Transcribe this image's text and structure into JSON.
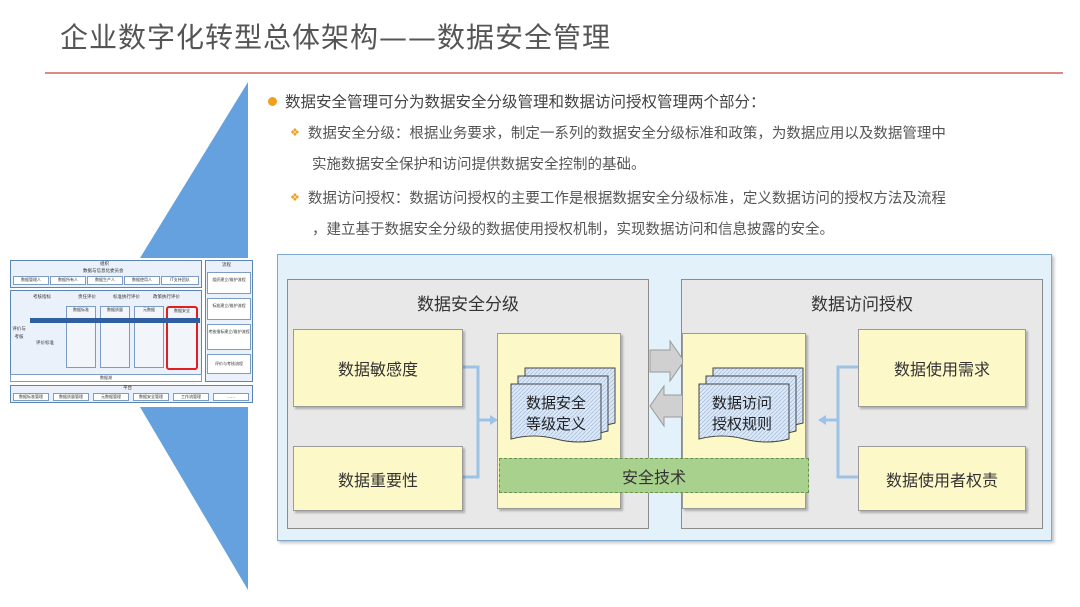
{
  "header": {
    "title": "企业数字化转型总体架构——数据安全管理"
  },
  "content": {
    "main_bullet": "数据安全管理可分为数据安全分级管理和数据访问授权管理两个部分：",
    "sub1_line1": "数据安全分级：根据业务要求，制定一系列的数据安全分级标准和政策，为数据应用以及数据管理中",
    "sub1_line2": "实施数据安全保护和访问提供数据安全控制的基础。",
    "sub2_line1": "数据访问授权：数据访问授权的主要工作是根据数据安全分级标准，定义数据访问的授权方法及流程",
    "sub2_line2": "，建立基于数据安全分级的数据使用授权机制，实现数据访问和信息披露的安全。"
  },
  "diagram": {
    "left_panel_title": "数据安全分级",
    "right_panel_title": "数据访问授权",
    "sensitivity": "数据敏感度",
    "importance": "数据重要性",
    "doc_left_line1": "数据安全",
    "doc_left_line2": "等级定义",
    "doc_right_line1": "数据访问",
    "doc_right_line2": "授权规则",
    "security_tech": "安全技术",
    "usage_demand": "数据使用需求",
    "user_rights": "数据使用者权责"
  },
  "thumbnail": {
    "org": "组织",
    "committee": "数据与信息化委员会",
    "roles": [
      "数据管理人",
      "数据所有人",
      "数据生产人",
      "数据使用人",
      "IT支持团队"
    ],
    "process": "流程",
    "assess": "考核指标",
    "resp_eval": "责任评价",
    "std_eval": "标准执行评价",
    "policy_eval": "政策执行评价",
    "eval_assess": "评价与考核",
    "eval_std": "评价标准",
    "cols": [
      "数据标准",
      "数据质量",
      "元数据",
      "数据安全"
    ],
    "side": [
      "组织建立/维护流程",
      "标准建立/维护流程",
      "考核指标建立/维护流程",
      "评价与考核流程"
    ],
    "platform": "平台",
    "platform_items": [
      "数据标准管理",
      "数据质量管理",
      "元数据管理",
      "数据安全管理",
      "工作流管理",
      "……"
    ],
    "datalake": "数据湖"
  }
}
